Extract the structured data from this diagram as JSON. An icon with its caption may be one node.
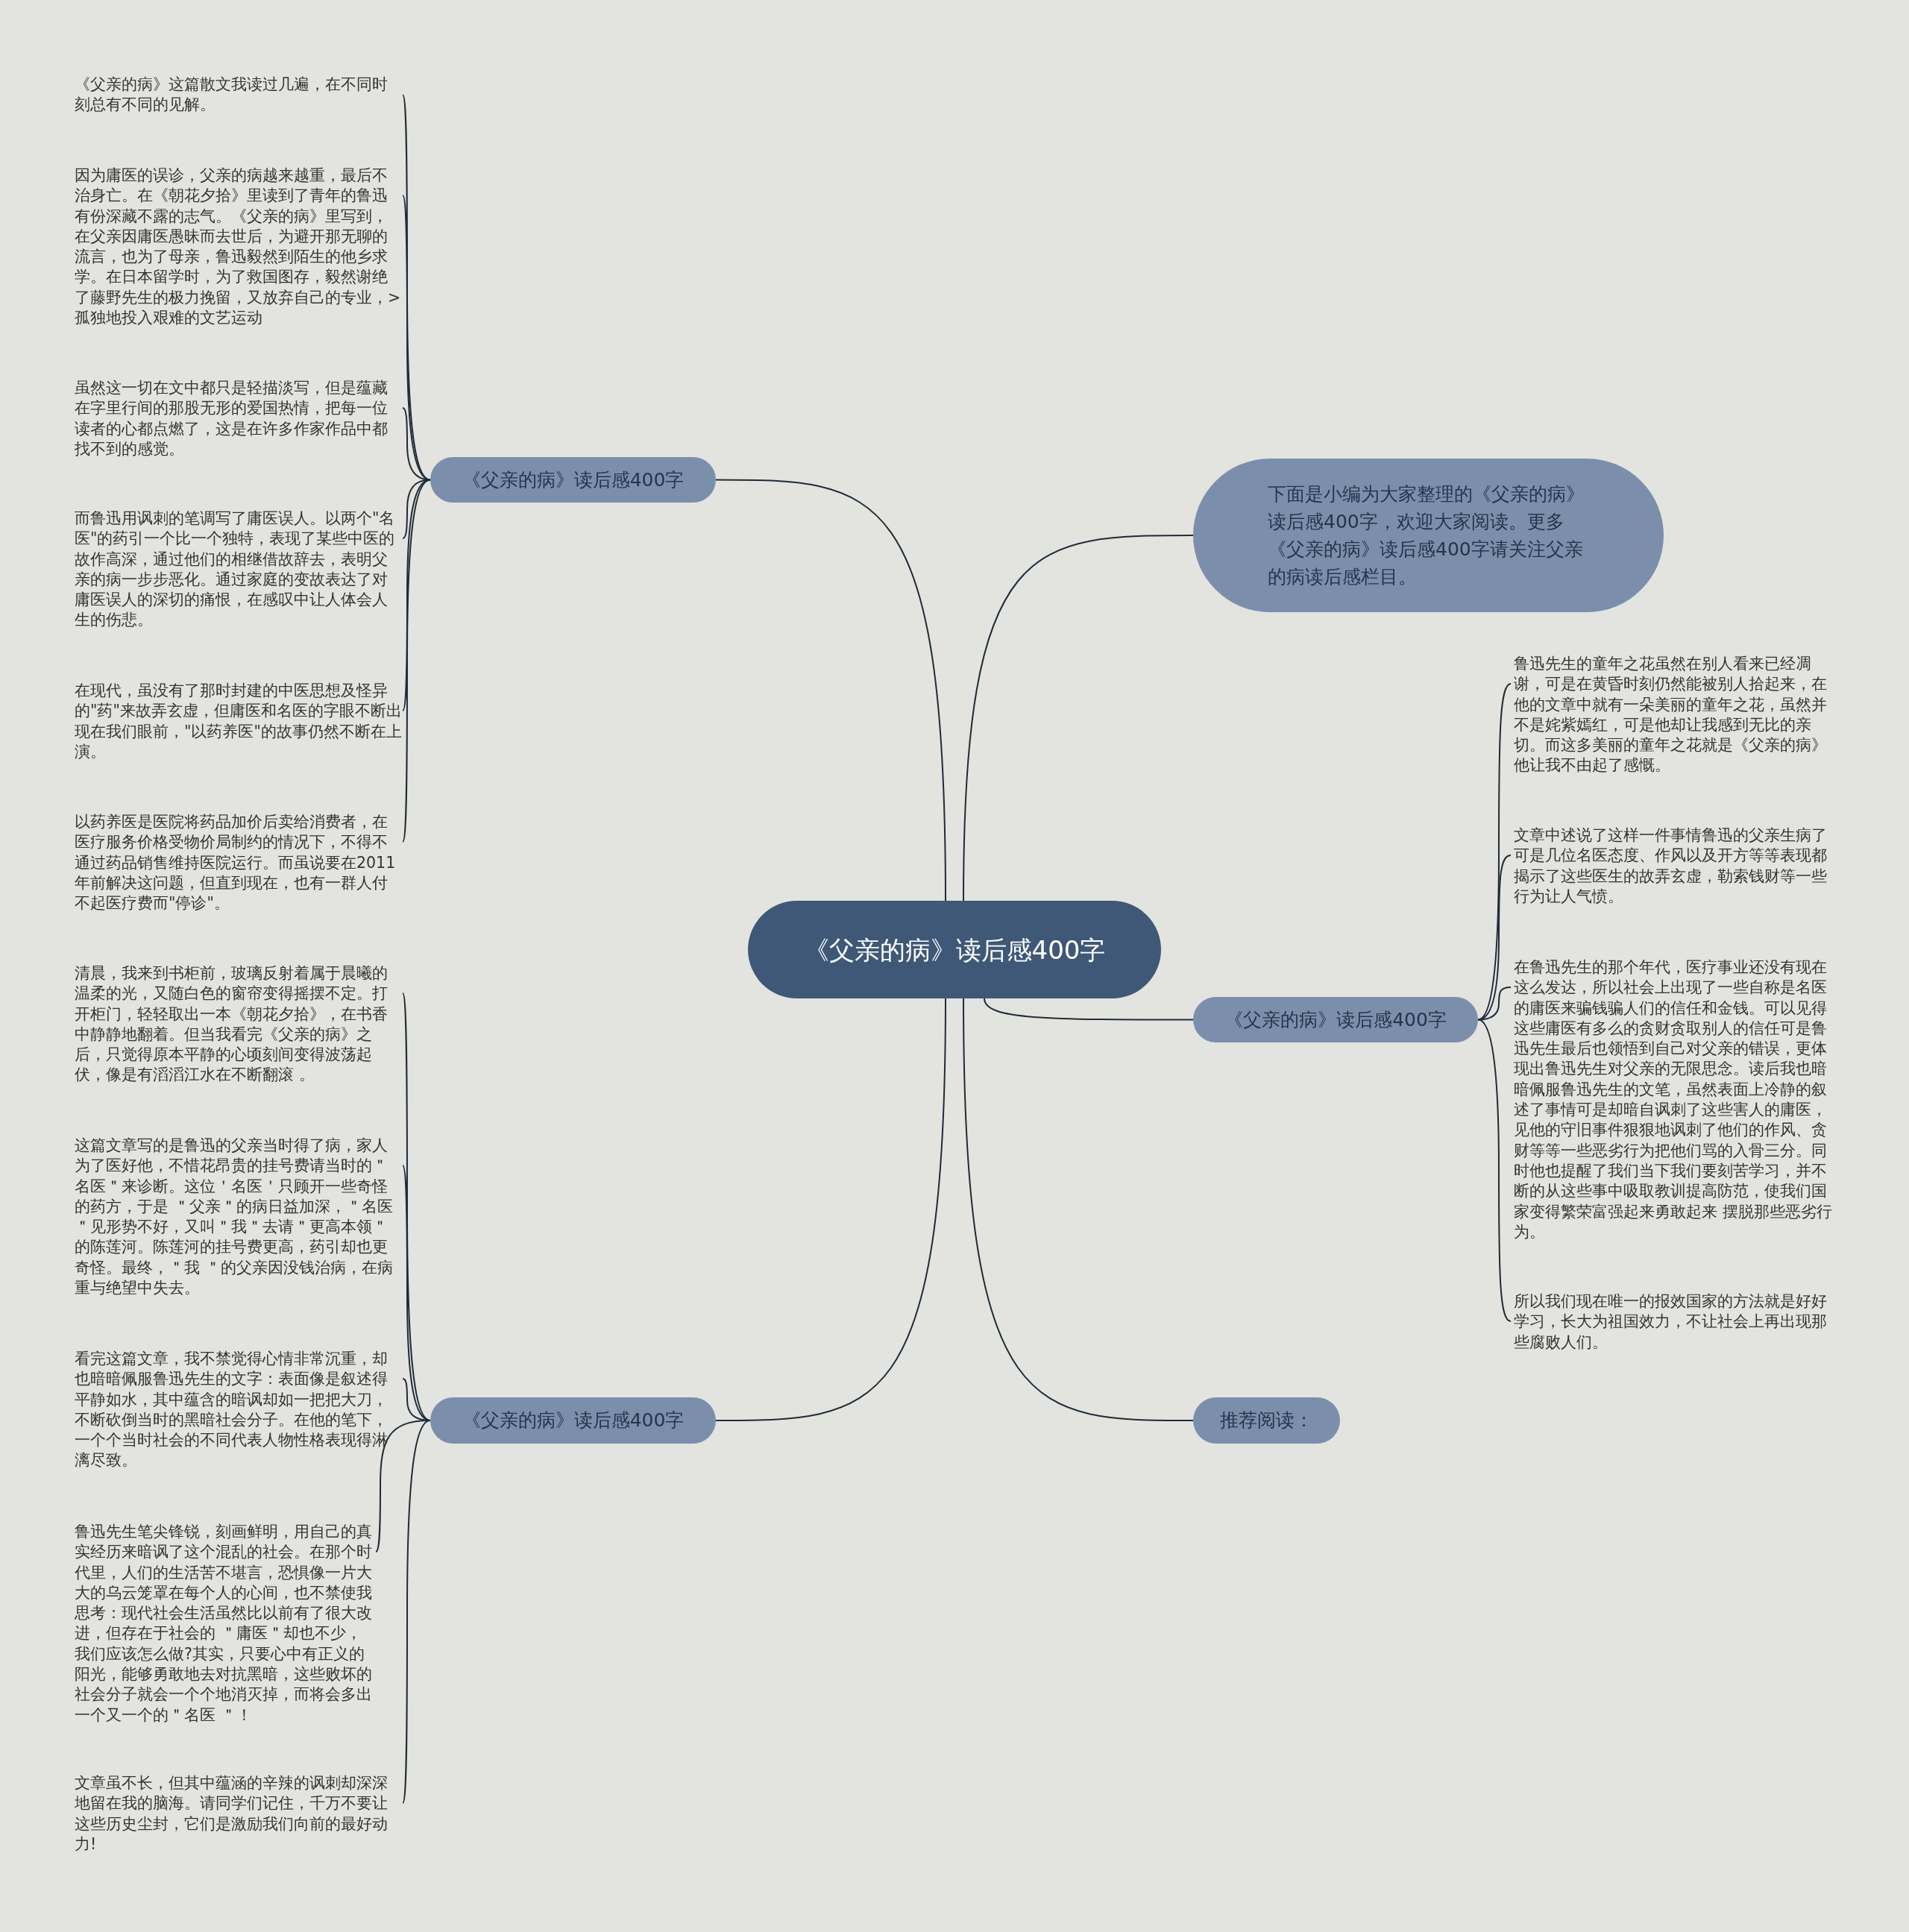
{
  "diagram": {
    "nodes": [
      {
        "text": [
          "《父亲的病》读后感400字"
        ]
      },
      {
        "text": [
          "《父亲的病》读后感400字"
        ]
      },
      {
        "text": [
          "《父亲的病》这篇散文我读过几遍，在不同时刻总有不同的见解。"
        ]
      },
      {
        "text": [
          "因为庸医的误诊，父亲的病越来越重，最后不治身亡。在《朝花夕拾》里读到了青年的鲁迅有份深藏不露的志气。《父亲的病》里写到，在父亲因庸医愚昧而去世后，为避开那无聊的流言，也为了母亲，鲁迅毅然到陌生的他乡求学。在日本留学时，为了救国图存，毅然谢绝了藤野先生的极力挽留，又放弃自己的专业，>孤独地投入艰难的文艺运动"
        ]
      },
      {
        "text": [
          "虽然这一切在文中都只是轻描淡写，但是蕴藏在字里行间的那股无形的爱国热情，把每一位读者的心都点燃了，这是在许多作家作品中都找不到的感觉。"
        ]
      },
      {
        "text": [
          "而鲁迅用讽刺的笔调写了庸医误人。以两个\"名医\"的药引一个比一个独特，表现了某些中医的故作高深，通过他们的相继借故辞去，表明父亲的病一步步恶化。通过家庭的变故表达了对庸医误人的深切的痛恨，在感叹中让人体会人生的伤悲。"
        ]
      },
      {
        "text": [
          "在现代，虽没有了那时封建的中医思想及怪异的\"药\"来故弄玄虚，但庸医和名医的字眼不断出现在我们眼前，\"以药养医\"的故事仍然不断在上演。"
        ]
      },
      {
        "text": [
          "以药养医是医院将药品加价后卖给消费者，在医疗服务价格受物价局制约的情况下，不得不通过药品销售维持医院运行。而虽说要在2011年前解决这问题，但直到现在，也有一群人付不起医疗费而\"停诊\"。"
        ]
      },
      {
        "text": [
          "下面是小编为大家整理的《父亲的病》读后感400字，欢迎大家阅读。更多《父亲的病》读后感400字请关注父亲的病读后感栏目。"
        ]
      },
      {
        "text": [
          "《父亲的病》读后感400字"
        ]
      },
      {
        "text": [
          "鲁迅先生的童年之花虽然在别人看来已经凋谢，可是在黄昏时刻仍然能被别人拾起来，在他的文章中就有一朵美丽的童年之花，虽然并不是姹紫嫣红，可是他却让我感到无比的亲切。而这多美丽的童年之花就是《父亲的病》他让我不由起了感慨。"
        ]
      },
      {
        "text": [
          "文章中述说了这样一件事情鲁迅的父亲生病了可是几位名医态度、作风以及开方等等表现都揭示了这些医生的故弄玄虚，勒索钱财等一些行为让人气愤。"
        ]
      },
      {
        "text": [
          "在鲁迅先生的那个年代，医疗事业还没有现在这么发达，所以社会上出现了一些自称是名医的庸医来骗钱骗人们的信任和金钱。可以见得这些庸医有多么的贪财贪取别人的信任可是鲁迅先生最后也领悟到自己对父亲的错误，更体现出鲁迅先生对父亲的无限思念。读后我也暗暗佩服鲁迅先生的文笔，虽然表面上冷静的叙述了事情可是却暗自讽刺了这些害人的庸医，见他的守旧事件狠狠地讽刺了他们的作风、贪财等等一些恶劣行为把他们骂的入骨三分。同时他也提醒了我们当下我们要刻苦学习，并不断的从这些事中吸取教训提高防范，使我们国家变得繁荣富强起来勇敢起来 摆脱那些恶劣行为。"
        ]
      },
      {
        "text": [
          "所以我们现在唯一的报效国家的方法就是好好学习，长大为祖国效力，不让社会上再出现那些腐败人们。"
        ]
      },
      {
        "text": [
          "《父亲的病》读后感400字"
        ]
      },
      {
        "text": [
          "清晨，我来到书柜前，玻璃反射着属于晨曦的温柔的光，又随白色的窗帘变得摇摆不定。打开柜门，轻轻取出一本《朝花夕拾》，在书香中静静地翻着。但当我看完《父亲的病》之后，只觉得原本平静的心顷刻间变得波荡起伏，像是有滔滔江水在不断翻滚 。"
        ]
      },
      {
        "text": [
          "这篇文章写的是鲁迅的父亲当时得了病，家人为了医好他，不惜花昂贵的挂号费请当时的＂名医＂来诊断。这位＇名医＇只顾开一些奇怪的药方，于是 ＂父亲＂的病日益加深，＂名医＂见形势不好，又叫＂我＂去请＂更高本领＂的陈莲河。陈莲河的挂号费更高，药引却也更奇怪。最终，＂我 ＂的父亲因没钱治病，在病重与绝望中失去。"
        ]
      },
      {
        "text": [
          "看完这篇文章，我不禁觉得心情非常沉重，却也暗暗佩服鲁迅先生的文字：表面像是叙述得平静如水，其中蕴含的暗讽却如一把把大刀，不断砍倒当时的黑暗社会分子。在他的笔下，一个个当时社会的不同代表人物性格表现得淋漓尽致。"
        ]
      },
      {
        "text": [
          "鲁迅先生笔尖锋锐，刻画鲜明，用自己的真实经历来暗讽了这个混乱的社会。在那个时代里，人们的生活苦不堪言，恐惧像一片大大的乌云笼罩在每个人的心间，也不禁使我思考：现代社会生活虽然比以前有了很大改进，但存在于社会的 ＂庸医＂却也不少，我们应该怎么做?其实，只要心中有正义的阳光，能够勇敢地去对抗黑暗，这些败坏的社会分子就会一个个地消灭掉，而将会多出一个又一个的＂名医 ＂！"
        ]
      },
      {
        "text": [
          "文章虽不长，但其中蕴涵的辛辣的讽刺却深深地留在我的脑海。请同学们记住，千万不要让这些历史尘封，它们是激励我们向前的最好动力!"
        ]
      },
      {
        "text": [
          "推荐阅读："
        ]
      }
    ],
    "edges": [
      {
        "from": 0,
        "to": 1,
        "arrow": "none"
      },
      {
        "from": 1,
        "to": 2,
        "arrow": "none"
      },
      {
        "from": 1,
        "to": 3,
        "arrow": "none"
      },
      {
        "from": 1,
        "to": 4,
        "arrow": "none"
      },
      {
        "from": 1,
        "to": 5,
        "arrow": "none"
      },
      {
        "from": 1,
        "to": 6,
        "arrow": "none"
      },
      {
        "from": 1,
        "to": 7,
        "arrow": "none"
      },
      {
        "from": 0,
        "to": 8,
        "arrow": "none"
      },
      {
        "from": 0,
        "to": 9,
        "arrow": "none"
      },
      {
        "from": 9,
        "to": 10,
        "arrow": "none"
      },
      {
        "from": 9,
        "to": 11,
        "arrow": "none"
      },
      {
        "from": 9,
        "to": 12,
        "arrow": "none"
      },
      {
        "from": 9,
        "to": 13,
        "arrow": "none"
      },
      {
        "from": 0,
        "to": 14,
        "arrow": "none"
      },
      {
        "from": 14,
        "to": 15,
        "arrow": "none"
      },
      {
        "from": 14,
        "to": 16,
        "arrow": "none"
      },
      {
        "from": 14,
        "to": 17,
        "arrow": "none"
      },
      {
        "from": 14,
        "to": 18,
        "arrow": "none"
      },
      {
        "from": 14,
        "to": 19,
        "arrow": "none"
      },
      {
        "from": 0,
        "to": 20,
        "arrow": "none"
      }
    ]
  }
}
